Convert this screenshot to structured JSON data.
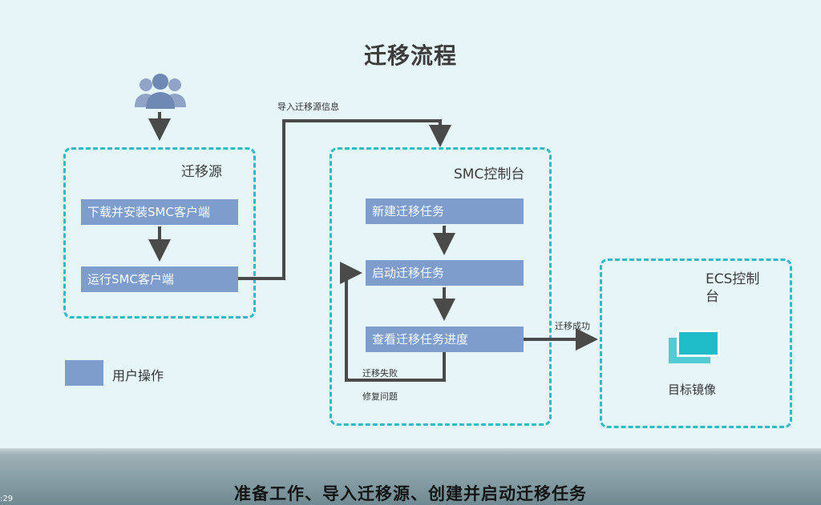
{
  "title": "迁移流程",
  "source_zone": {
    "title": "迁移源",
    "steps": [
      "下载并安装SMC客户端",
      "运行SMC客户端"
    ]
  },
  "smc_zone": {
    "title": "SMC控制台",
    "steps": [
      "新建迁移任务",
      "启动迁移任务",
      "查看迁移任务进度"
    ]
  },
  "ecs_zone": {
    "title": "ECS控制\n台",
    "image_label": "目标镜像"
  },
  "connectors": {
    "import_label": "导入迁移源信息",
    "success_label": "迁移成功",
    "fail_label": "迁移失败",
    "fix_label": "修复问题"
  },
  "legend": {
    "label": "用户操作"
  },
  "video": {
    "caption": "准备工作、导入迁移源、创建并启动迁移任务",
    "timecode": ":29"
  },
  "colors": {
    "background": "#e6f5f8",
    "zone_border": "#2fb9c4",
    "step_fill": "#7e9ccc",
    "arrow": "#4a4a4a",
    "image_fill": "#1fbcc9"
  },
  "icons": {
    "users": "users-icon",
    "image": "image-icon"
  }
}
